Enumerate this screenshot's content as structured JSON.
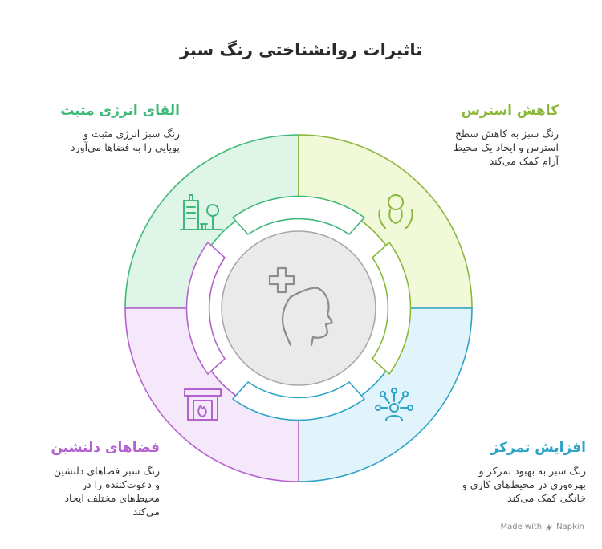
{
  "title": "تاثیرات روانشناختی رنگ سبز",
  "sections": {
    "positive_energy": {
      "heading": "القای انرژی مثبت",
      "lines": [
        "رنگ سبز انرژی مثبت و",
        "پویایی را به فضاها می‌آورد"
      ],
      "color": "#3fb979",
      "fill": "#dff5e8",
      "icon": "building-tree-icon"
    },
    "stress_reduction": {
      "heading": "کاهش استرس",
      "lines": [
        "رنگ سبز به کاهش سطح",
        "استرس و ایجاد یک محیط",
        "آرام کمک می‌کند"
      ],
      "color": "#8ab83a",
      "fill": "#f2f9d9",
      "icon": "calm-head-hands-icon"
    },
    "cozy_spaces": {
      "heading": "فضاهای دلنشین",
      "lines": [
        "رنگ سبز فضاهای دلنشین",
        "و دعوت‌کننده را در",
        "محیط‌های مختلف ایجاد",
        "می‌کند"
      ],
      "color": "#b462d0",
      "fill": "#f5e8fa",
      "icon": "fireplace-icon"
    },
    "focus_increase": {
      "heading": "افزایش تمرکز",
      "lines": [
        "رنگ سبز به بهبود تمرکز و",
        "بهره‌وری در محیط‌های کاری و",
        "خانگی کمک می‌کند"
      ],
      "color": "#2ea3c7",
      "fill": "#e2f4fb",
      "icon": "focus-person-icon"
    }
  },
  "center": {
    "icon": "mental-health-head-icon",
    "fill": "#eaeaea",
    "stroke": "#a8a8a8"
  },
  "watermark": {
    "text": "Made with",
    "brand": "Napkin"
  }
}
